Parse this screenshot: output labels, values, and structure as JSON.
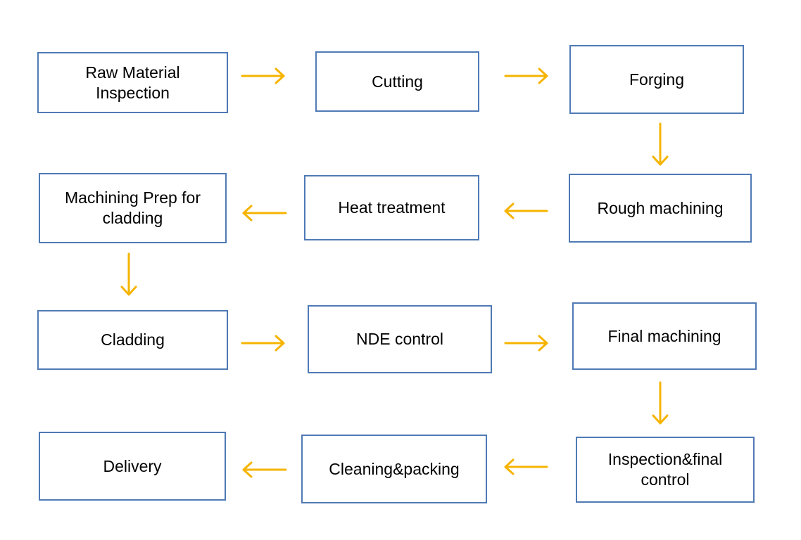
{
  "flowchart": {
    "steps": [
      {
        "id": "raw",
        "label": "Raw Material\nInspection"
      },
      {
        "id": "cutting",
        "label": "Cutting"
      },
      {
        "id": "forging",
        "label": "Forging"
      },
      {
        "id": "rough",
        "label": "Rough machining"
      },
      {
        "id": "heat",
        "label": "Heat treatment"
      },
      {
        "id": "machprep",
        "label": "Machining Prep for\ncladding"
      },
      {
        "id": "cladding",
        "label": "Cladding"
      },
      {
        "id": "nde",
        "label": "NDE control"
      },
      {
        "id": "finalmach",
        "label": "Final machining"
      },
      {
        "id": "inspfinal",
        "label": "Inspection&final\ncontrol"
      },
      {
        "id": "cleaning",
        "label": "Cleaning&packing"
      },
      {
        "id": "delivery",
        "label": "Delivery"
      }
    ],
    "connections": [
      {
        "from": "raw",
        "to": "cutting"
      },
      {
        "from": "cutting",
        "to": "forging"
      },
      {
        "from": "forging",
        "to": "rough"
      },
      {
        "from": "rough",
        "to": "heat"
      },
      {
        "from": "heat",
        "to": "machprep"
      },
      {
        "from": "machprep",
        "to": "cladding"
      },
      {
        "from": "cladding",
        "to": "nde"
      },
      {
        "from": "nde",
        "to": "finalmach"
      },
      {
        "from": "finalmach",
        "to": "inspfinal"
      },
      {
        "from": "inspfinal",
        "to": "cleaning"
      },
      {
        "from": "cleaning",
        "to": "delivery"
      }
    ],
    "colors": {
      "box_border": "#4f7ab5",
      "arrow": "#f5b400",
      "text": "#000000",
      "background": "#ffffff"
    }
  }
}
